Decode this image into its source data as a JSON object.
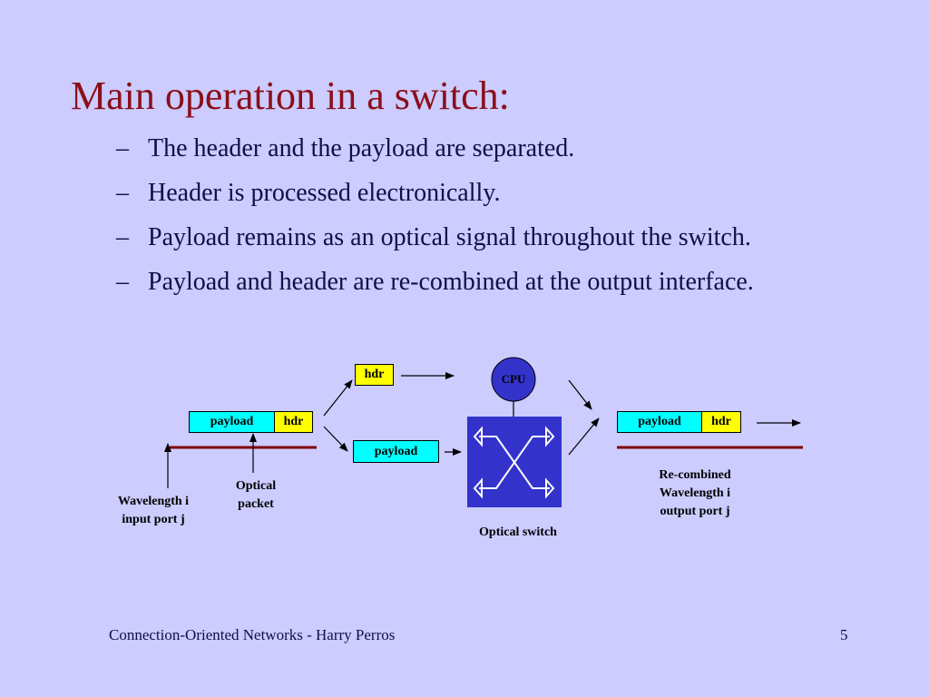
{
  "slide": {
    "title": "Main operation in a switch:",
    "bullet_marker": "–",
    "bullets": [
      "The header and the payload are separated.",
      "Header is processed electronically.",
      "Payload remains as an optical signal throughout the switch.",
      "Payload and header are re-combined at the output interface."
    ]
  },
  "diagram": {
    "input_packet": {
      "payload": "payload",
      "hdr": "hdr"
    },
    "split_hdr": "hdr",
    "split_payload": "payload",
    "cpu": "CPU",
    "output_packet": {
      "payload": "payload",
      "hdr": "hdr"
    },
    "label_input_line1": "Wavelength i",
    "label_input_line2": "input port j",
    "label_packet_line1": "Optical",
    "label_packet_line2": "packet",
    "label_switch": "Optical switch",
    "label_output_line1": "Re-combined",
    "label_output_line2": "Wavelength i",
    "label_output_line3": "output port j",
    "colors": {
      "payload": "#00ffff",
      "hdr": "#ffff00",
      "switch": "#3333cc",
      "cpu": "#3333cc",
      "fiber": "#800000"
    }
  },
  "footer": {
    "left": "Connection-Oriented Networks - Harry Perros",
    "page_number": "5"
  }
}
